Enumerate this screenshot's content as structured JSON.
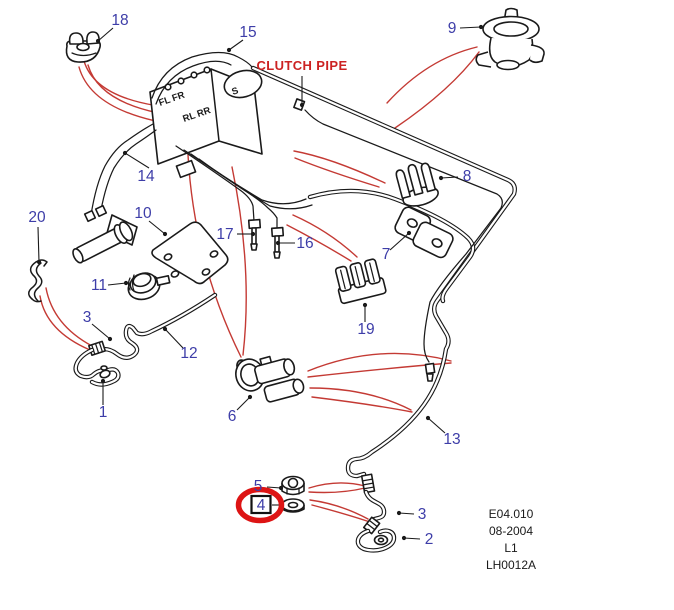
{
  "diagram": {
    "title_note": "CLUTCH PIPE",
    "sheet": {
      "lines": [
        "E04.010",
        "08-2004",
        "L1",
        "LH0012A"
      ]
    },
    "colors": {
      "background": "#ffffff",
      "line_art": "#1a1a1a",
      "callout_blue": "#3d3da8",
      "leader_red": "#c43a34",
      "note_red": "#cc2222",
      "highlight_red": "#dd1414"
    },
    "abs_port_labels": {
      "front": "FL FR",
      "rear": "RL RR",
      "side": "S"
    },
    "highlighted_callout": "4",
    "callouts": [
      {
        "label": "18"
      },
      {
        "label": "15"
      },
      {
        "label": "9"
      },
      {
        "label": "8"
      },
      {
        "label": "14"
      },
      {
        "label": "7"
      },
      {
        "label": "20"
      },
      {
        "label": "10"
      },
      {
        "label": "17"
      },
      {
        "label": "16"
      },
      {
        "label": "11"
      },
      {
        "label": "3"
      },
      {
        "label": "12"
      },
      {
        "label": "19"
      },
      {
        "label": "1"
      },
      {
        "label": "6"
      },
      {
        "label": "13"
      },
      {
        "label": "5"
      },
      {
        "label": "4",
        "highlighted": true
      },
      {
        "label": "3"
      },
      {
        "label": "2"
      }
    ]
  }
}
